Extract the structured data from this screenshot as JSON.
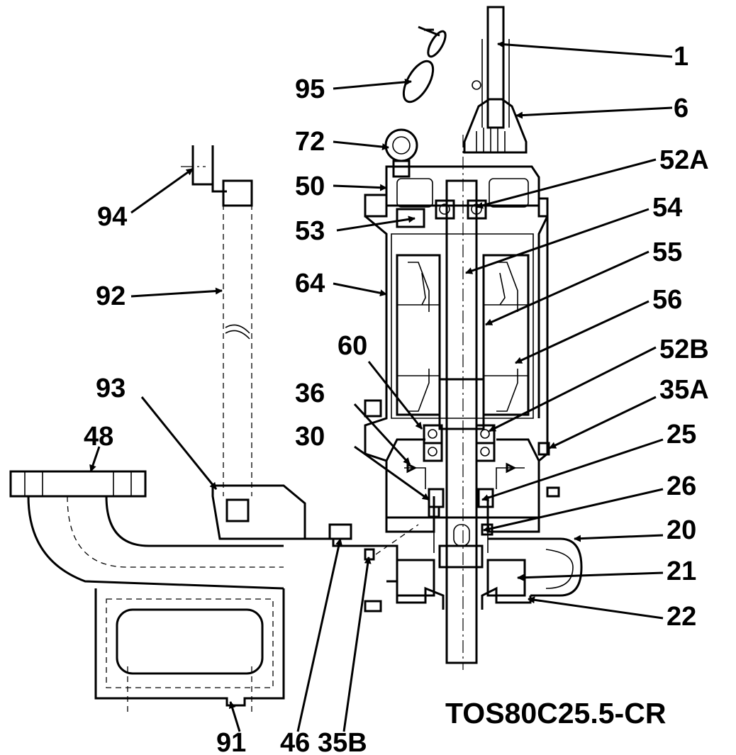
{
  "model": "TOS80C25.5-CR",
  "callouts": [
    "1",
    "6",
    "95",
    "72",
    "52A",
    "50",
    "94",
    "54",
    "53",
    "55",
    "92",
    "64",
    "56",
    "60",
    "52B",
    "93",
    "36",
    "35A",
    "48",
    "30",
    "25",
    "26",
    "20",
    "21",
    "22",
    "91",
    "46",
    "35B"
  ]
}
